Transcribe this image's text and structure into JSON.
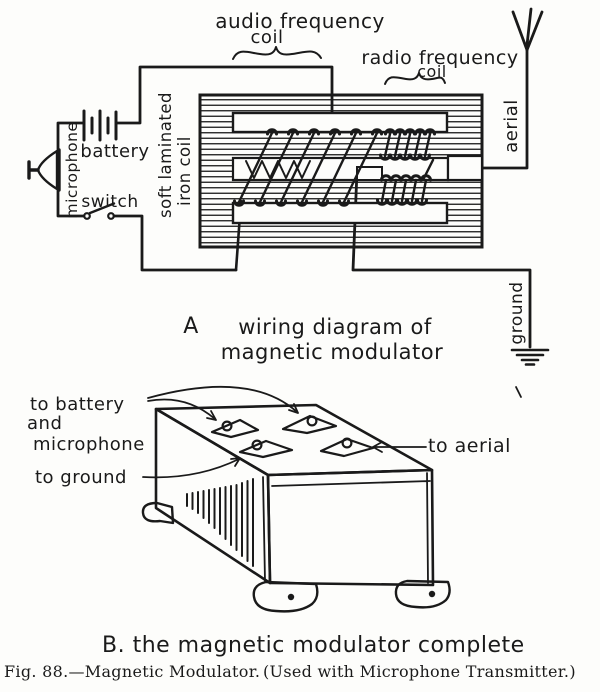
{
  "colors": {
    "ink": "#1a1a1a",
    "paper": "#fdfdfb"
  },
  "figure": {
    "caption_part1": "Fig. 88.—Magnetic Modulator.",
    "caption_part2": "(Used with Microphone Transmitter.)"
  },
  "diagram_a": {
    "caption_letter": "A",
    "caption_line1": "wiring diagram of",
    "caption_line2": "magnetic modulator",
    "labels": {
      "audio_coil_line1": "audio frequency",
      "audio_coil_line2": "coil",
      "radio_coil_line1": "radio frequency",
      "radio_coil_line2": "coil",
      "core_line1": "soft laminated",
      "core_line2": "iron coil",
      "battery": "battery",
      "microphone": "microphone",
      "switch": "switch",
      "aerial": "aerial",
      "ground": "ground"
    }
  },
  "diagram_b": {
    "caption": "B. the magnetic modulator complete",
    "labels": {
      "to_battery_line1": "to battery",
      "to_battery_line2": "and",
      "to_battery_line3": "microphone",
      "to_ground": "to ground",
      "to_aerial": "to aerial"
    }
  }
}
